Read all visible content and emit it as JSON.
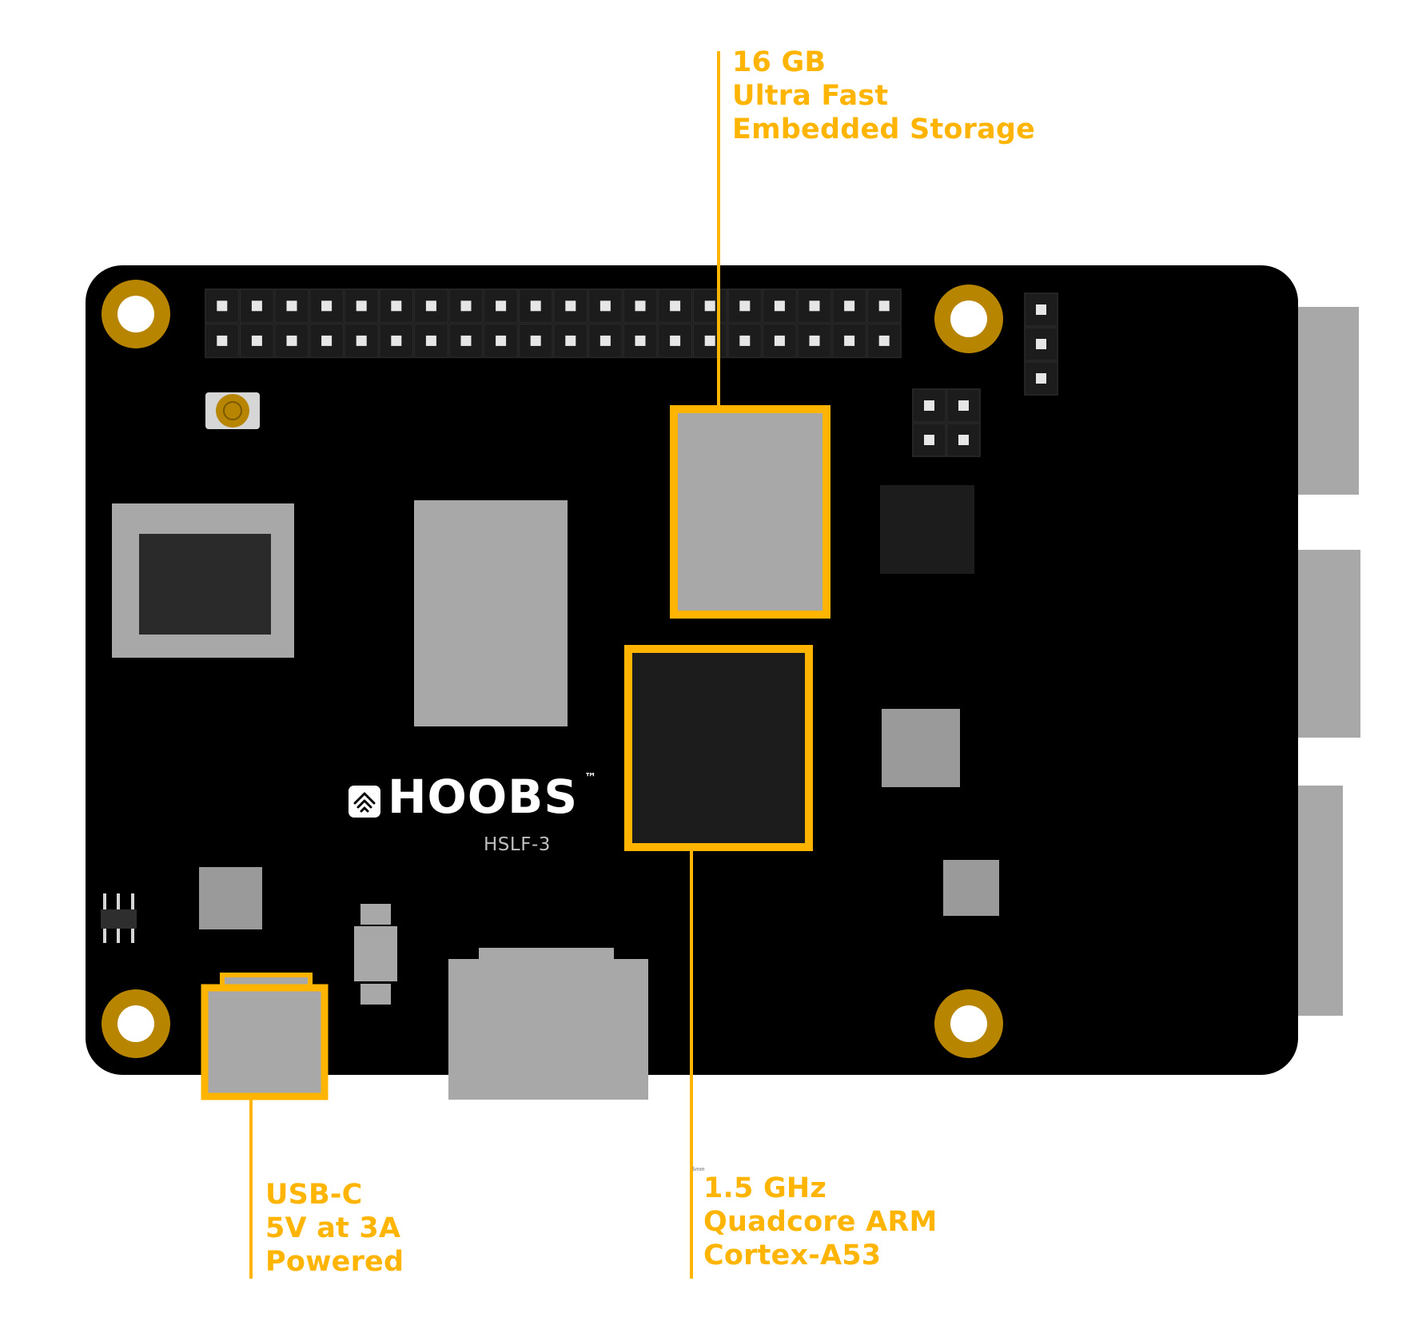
{
  "colors": {
    "accent": "#FFB400",
    "board": "#000000",
    "component_gray": "#A8A8A8",
    "dark_chip": "#1C1C1C",
    "mount_ring": "#B78500",
    "brand_text": "#FFFFFF",
    "model_text": "#BFBFBF"
  },
  "board": {
    "brand": {
      "word": "HOOBS",
      "trademark": "™",
      "logo_icon": "hoobs-house-icon"
    },
    "model": "HSLF-3"
  },
  "callouts": {
    "storage": {
      "lines": [
        "16 GB",
        "Ultra Fast",
        "Embedded Storage"
      ]
    },
    "power": {
      "lines": [
        "USB-C",
        "5V at 3A",
        "Powered"
      ]
    },
    "cpu": {
      "lines": [
        "1.5 GHz",
        "Quadcore ARM",
        "Cortex-A53"
      ]
    },
    "tiny_mark": "5mm"
  }
}
